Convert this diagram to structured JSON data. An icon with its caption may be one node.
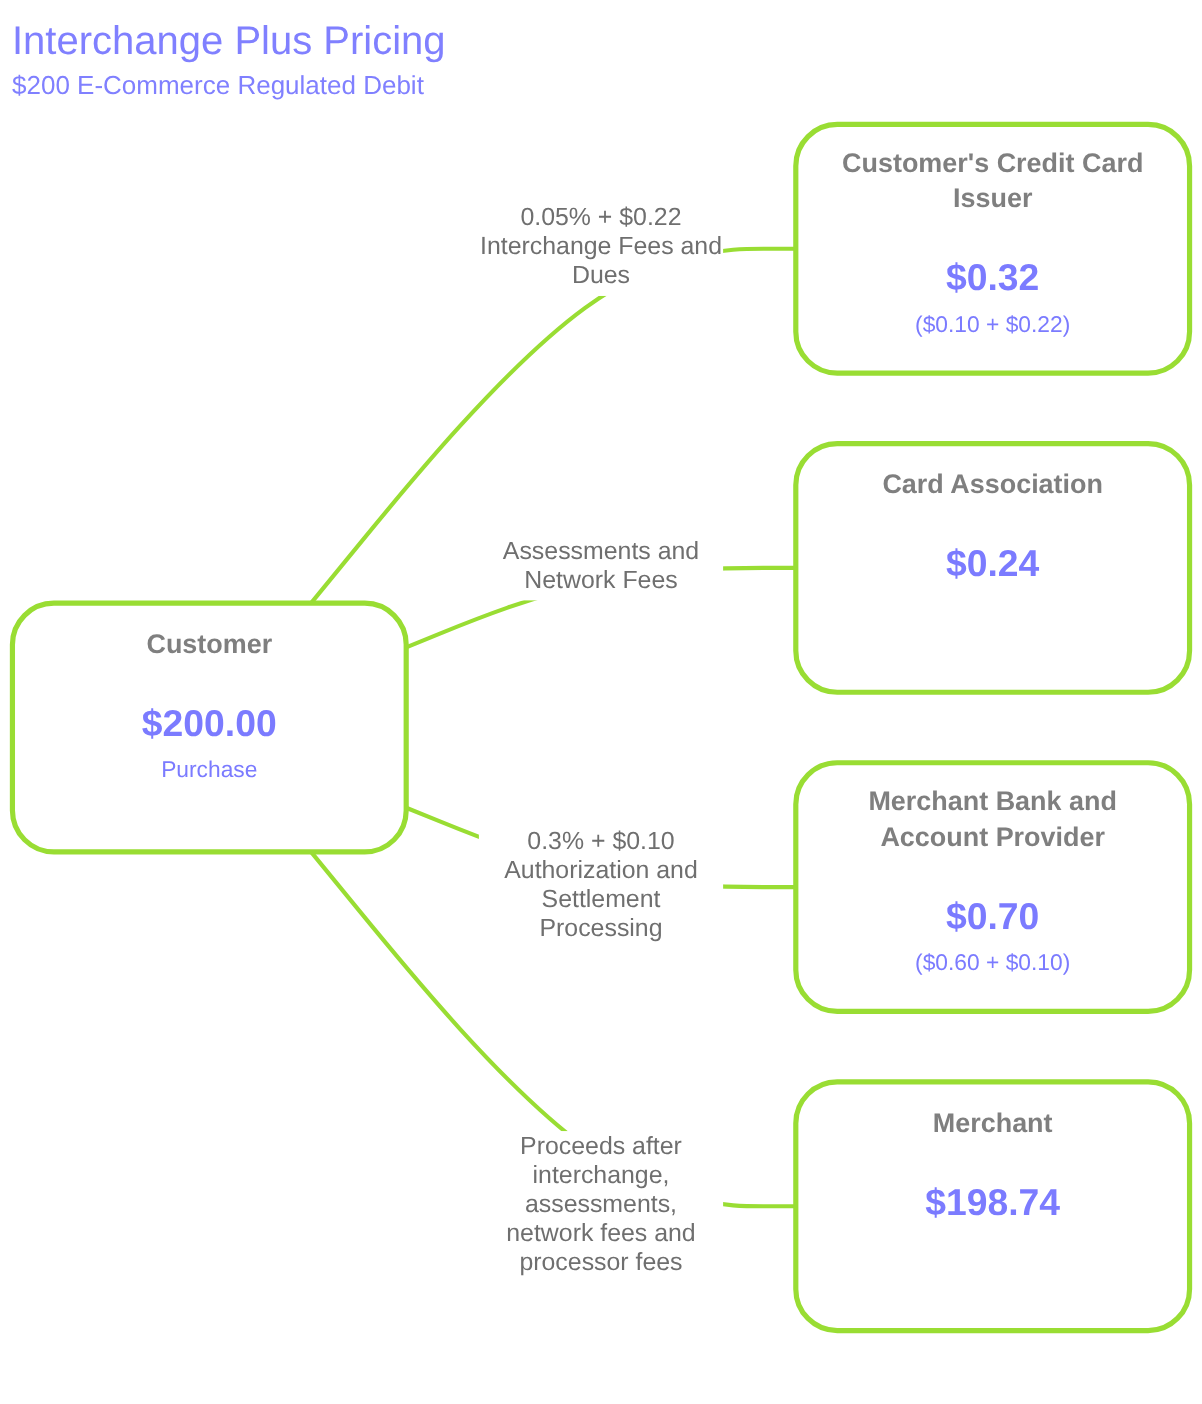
{
  "diagram": {
    "title": "Interchange Plus Pricing",
    "nodes": [
      {
        "text": [
          "Customer's Credit Card Issuer",
          "$0.32",
          "($0.10 + $0.22)"
        ]
      },
      {
        "text": [
          "Card Association",
          "$0.24"
        ]
      },
      {
        "text": [
          "Customer",
          "$200.00",
          "Purchase"
        ]
      },
      {
        "text": [
          "Merchant Bank and Account Provider",
          "$0.70",
          "($0.60 + $0.10)"
        ]
      },
      {
        "text": [
          "Merchant",
          "$198.74"
        ]
      }
    ],
    "edges": [
      {
        "from": 2,
        "to": 0,
        "arrow": "none",
        "label": "0.05% + $0.22 Interchange Fees and Dues"
      },
      {
        "from": 2,
        "to": 1,
        "arrow": "none",
        "label": "Assessments and Network Fees"
      },
      {
        "from": 2,
        "to": 3,
        "arrow": "none",
        "label": "0.3% + $0.10 Authorization and Settlement Processing"
      },
      {
        "from": 2,
        "to": 4,
        "arrow": "none",
        "label": "Proceeds after interchange, assessments, network fees and processor fees"
      }
    ],
    "labels": [
      "$200 E-Commerce Regulated Debit"
    ]
  }
}
